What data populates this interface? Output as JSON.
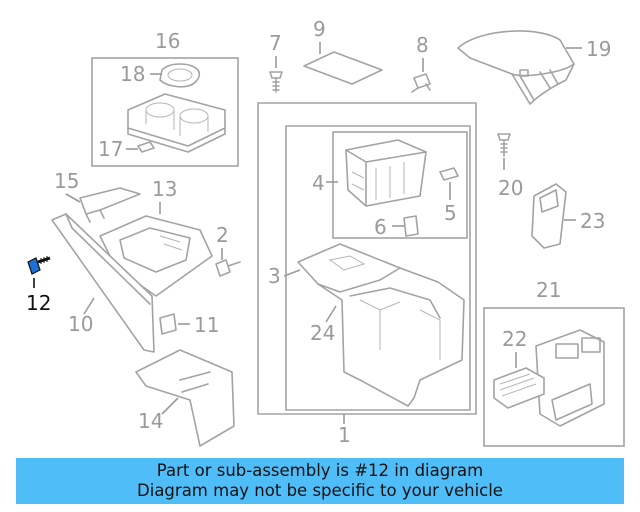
{
  "callouts": {
    "c1": "1",
    "c2": "2",
    "c3": "3",
    "c4": "4",
    "c5": "5",
    "c6": "6",
    "c7": "7",
    "c8": "8",
    "c9": "9",
    "c10": "10",
    "c11": "11",
    "c12": "12",
    "c13": "13",
    "c14": "14",
    "c15": "15",
    "c16": "16",
    "c17": "17",
    "c18": "18",
    "c19": "19",
    "c20": "20",
    "c21": "21",
    "c22": "22",
    "c23": "23",
    "c24": "24"
  },
  "highlighted_part": "12",
  "banner": {
    "line1": "Part or sub-assembly is #12 in diagram",
    "line2": "Diagram may not be specific to your vehicle"
  },
  "colors": {
    "banner_background": "#4fbdf7",
    "line_art": "#a3a3a3",
    "highlight": "#111111"
  }
}
